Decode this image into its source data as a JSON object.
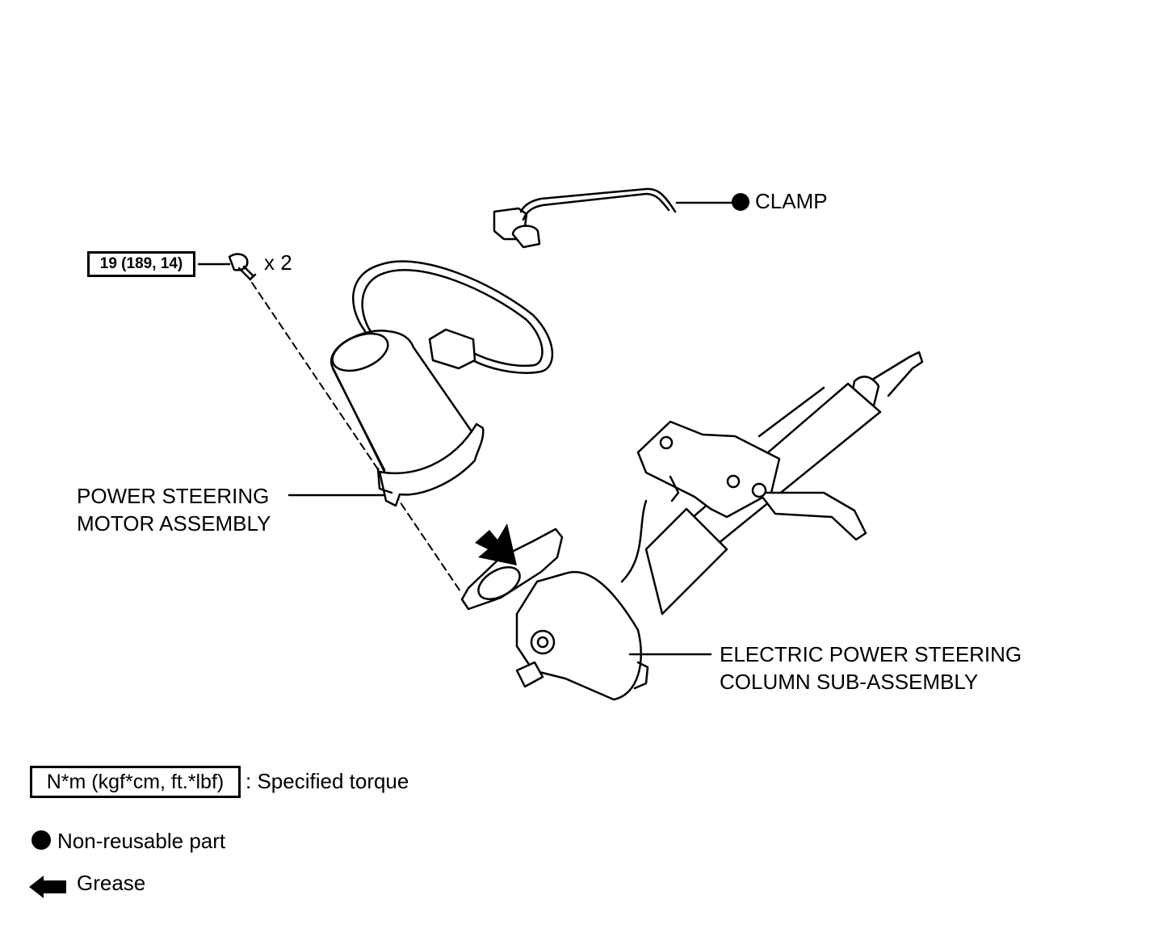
{
  "callouts": {
    "clamp": "CLAMP",
    "torque_value": "19 (189, 14)",
    "bolt_qty": "x 2",
    "motor_line1": "POWER STEERING",
    "motor_line2": "MOTOR ASSEMBLY",
    "column_line1": "ELECTRIC POWER STEERING",
    "column_line2": "COLUMN SUB-ASSEMBLY"
  },
  "legend": {
    "torque_unit": "N*m (kgf*cm, ft.*lbf)",
    "torque_desc": ": Specified torque",
    "non_reusable": "Non-reusable part",
    "grease": "Grease"
  }
}
